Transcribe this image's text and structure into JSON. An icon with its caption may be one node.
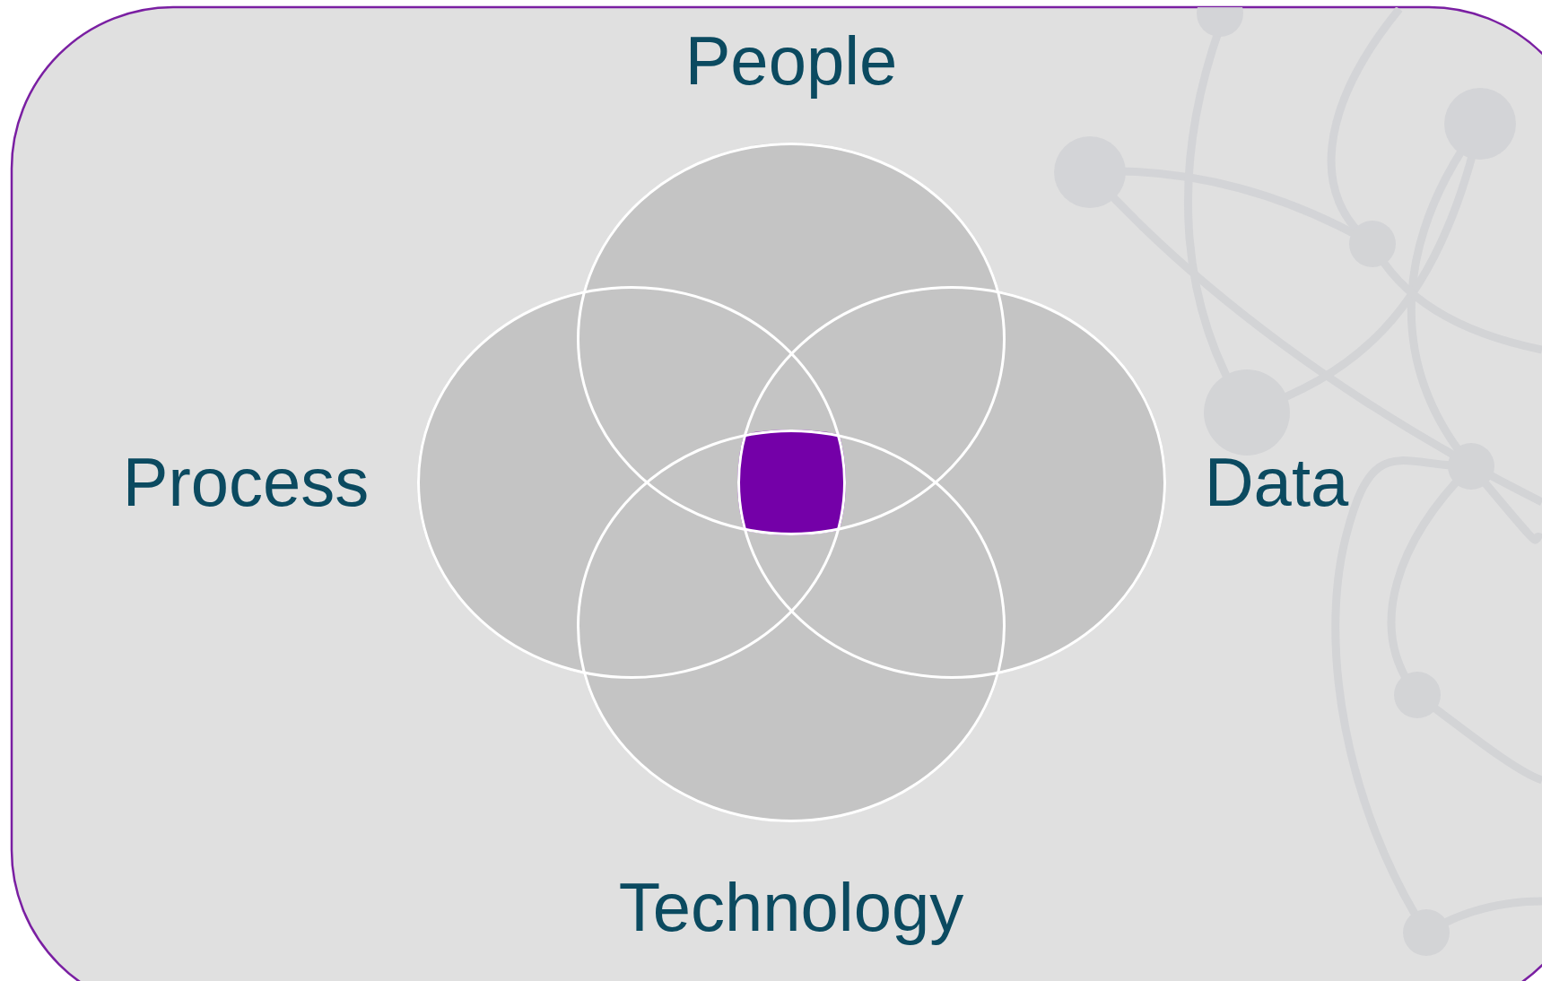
{
  "diagram": {
    "nodes": [
      {
        "text": [
          "People"
        ]
      },
      {
        "text": [
          "Process"
        ]
      },
      {
        "text": [
          "Data"
        ]
      },
      {
        "text": [
          "Technology"
        ]
      }
    ],
    "edges": []
  }
}
